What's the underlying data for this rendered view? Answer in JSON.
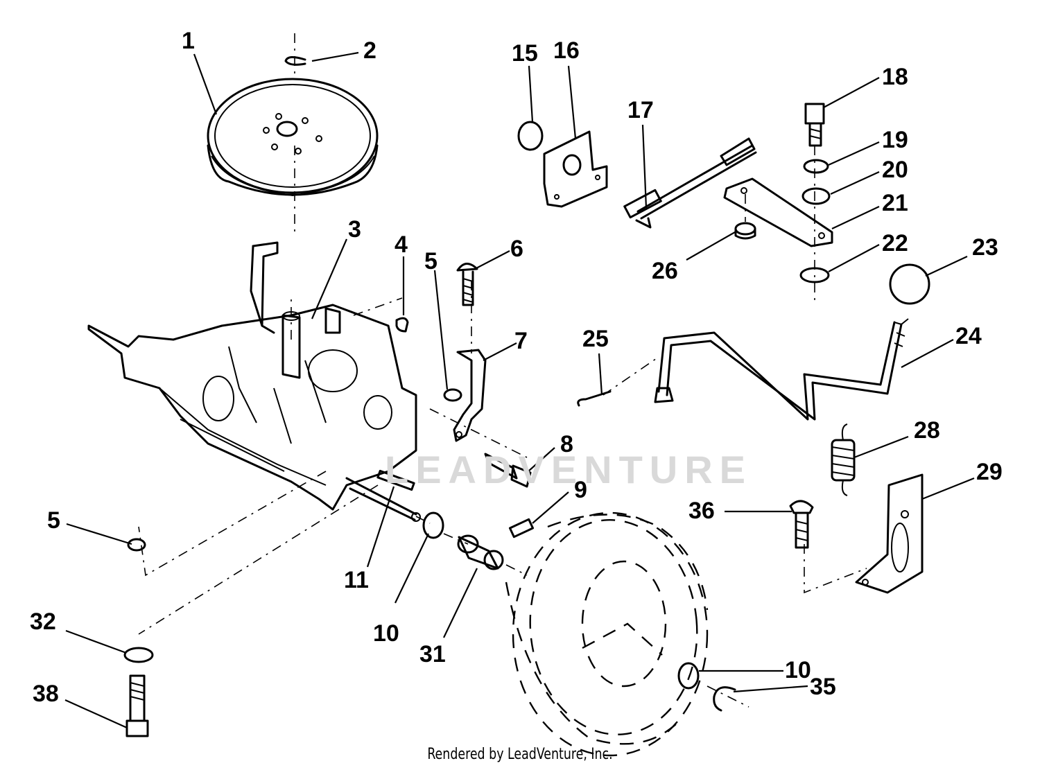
{
  "part_labels": [
    {
      "id": "1",
      "text": "1"
    },
    {
      "id": "2",
      "text": "2"
    },
    {
      "id": "3",
      "text": "3"
    },
    {
      "id": "4",
      "text": "4"
    },
    {
      "id": "5a",
      "text": "5"
    },
    {
      "id": "5b",
      "text": "5"
    },
    {
      "id": "6",
      "text": "6"
    },
    {
      "id": "7",
      "text": "7"
    },
    {
      "id": "8",
      "text": "8"
    },
    {
      "id": "9",
      "text": "9"
    },
    {
      "id": "10a",
      "text": "10"
    },
    {
      "id": "10b",
      "text": "10"
    },
    {
      "id": "11",
      "text": "11"
    },
    {
      "id": "15",
      "text": "15"
    },
    {
      "id": "16",
      "text": "16"
    },
    {
      "id": "17",
      "text": "17"
    },
    {
      "id": "18",
      "text": "18"
    },
    {
      "id": "19",
      "text": "19"
    },
    {
      "id": "20",
      "text": "20"
    },
    {
      "id": "21",
      "text": "21"
    },
    {
      "id": "22",
      "text": "22"
    },
    {
      "id": "23",
      "text": "23"
    },
    {
      "id": "24",
      "text": "24"
    },
    {
      "id": "25",
      "text": "25"
    },
    {
      "id": "26",
      "text": "26"
    },
    {
      "id": "28",
      "text": "28"
    },
    {
      "id": "29",
      "text": "29"
    },
    {
      "id": "31",
      "text": "31"
    },
    {
      "id": "32",
      "text": "32"
    },
    {
      "id": "35",
      "text": "35"
    },
    {
      "id": "36",
      "text": "36"
    },
    {
      "id": "38",
      "text": "38"
    }
  ],
  "watermark": "LEADVENTURE",
  "footer": "Rendered by LeadVenture, Inc."
}
